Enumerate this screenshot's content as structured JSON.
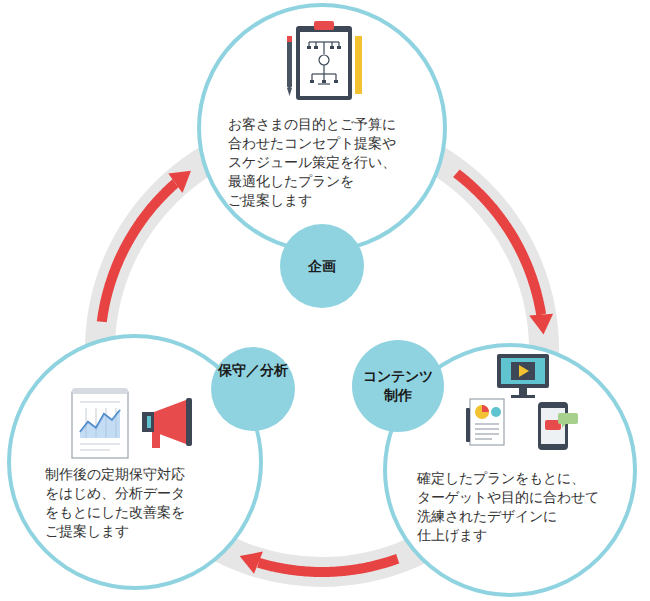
{
  "diagram": {
    "nodes": [
      {
        "text": [
          "お客さまの目的とご予算に 合わせたコンセプト提案や スケジュール策定を行い、 最適化したプランを ご提案します"
        ]
      },
      {
        "text": [
          "企画"
        ]
      },
      {
        "text": [
          "確定したプランをもとに、 ターゲットや目的に合わせて 洗練されたデザインに 仕上げます"
        ]
      },
      {
        "text": [
          "コンテンツ 制作"
        ]
      },
      {
        "text": [
          "制作後の定期保守対応 をはじめ、分析データ をもとにした改善案を ご提案します"
        ]
      },
      {
        "text": [
          "保守／分析"
        ]
      }
    ],
    "edges": [
      {
        "from": 0,
        "to": 2,
        "arrow": "to"
      },
      {
        "from": 2,
        "to": 4,
        "arrow": "to"
      },
      {
        "from": 4,
        "to": 0,
        "arrow": "to"
      }
    ]
  }
}
